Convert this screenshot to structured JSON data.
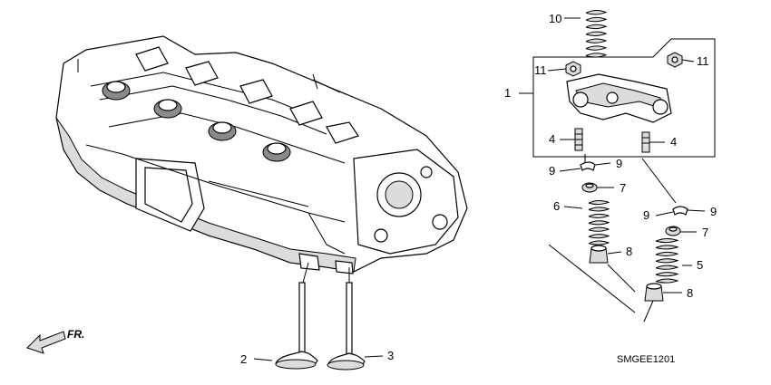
{
  "callouts": [
    {
      "id": "c1",
      "text": "1"
    },
    {
      "id": "c2",
      "text": "2"
    },
    {
      "id": "c3",
      "text": "3"
    },
    {
      "id": "c4a",
      "text": "4"
    },
    {
      "id": "c4b",
      "text": "4"
    },
    {
      "id": "c5",
      "text": "5"
    },
    {
      "id": "c6",
      "text": "6"
    },
    {
      "id": "c7a",
      "text": "7"
    },
    {
      "id": "c7b",
      "text": "7"
    },
    {
      "id": "c8a",
      "text": "8"
    },
    {
      "id": "c8b",
      "text": "8"
    },
    {
      "id": "c9a",
      "text": "9"
    },
    {
      "id": "c9b",
      "text": "9"
    },
    {
      "id": "c9c",
      "text": "9"
    },
    {
      "id": "c9d",
      "text": "9"
    },
    {
      "id": "c10",
      "text": "10"
    },
    {
      "id": "c11a",
      "text": "11"
    },
    {
      "id": "c11b",
      "text": "11"
    }
  ],
  "direction_label": "FR.",
  "diagram_code": "SMGEE1201"
}
